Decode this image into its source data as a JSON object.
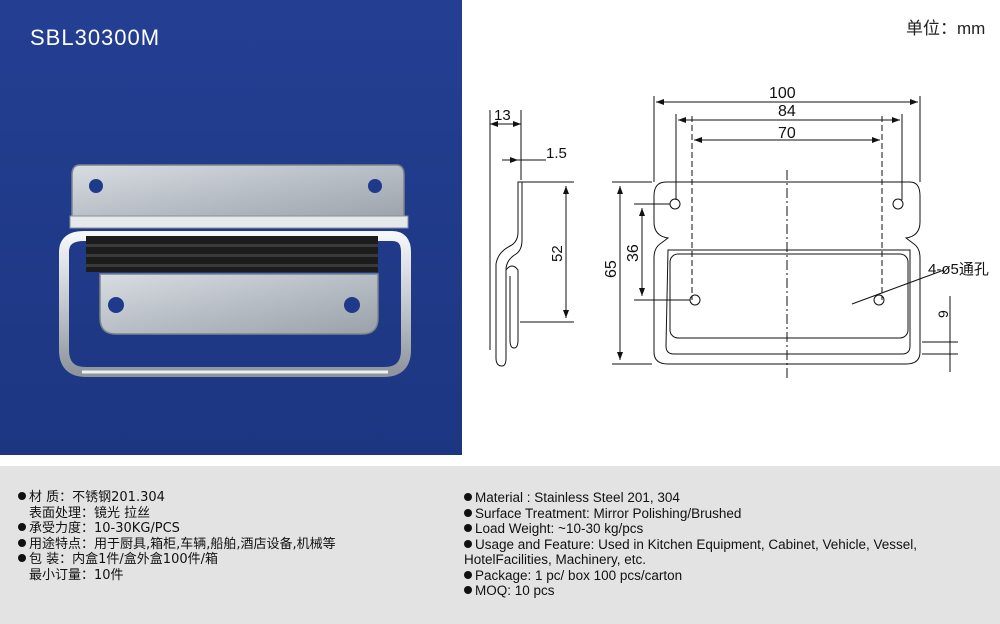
{
  "product": {
    "model": "SBL30300M"
  },
  "unit_label": "单位：mm",
  "drawing": {
    "side_dims": [
      "13",
      "1.5",
      "52"
    ],
    "front_dims": [
      "100",
      "84",
      "70",
      "65",
      "36",
      "9"
    ],
    "hole_note": "4-ø5通孔"
  },
  "specs_cn": [
    {
      "label": "材    质：",
      "value": "不锈钢201.304"
    },
    {
      "label": "表面处理：",
      "value": "镜光 拉丝"
    },
    {
      "label": "承受力度：",
      "value": "10-30KG/PCS"
    },
    {
      "label": "用途特点：",
      "value": "用于厨具,箱柜,车辆,船舶,酒店设备,机械等"
    },
    {
      "label": "包    装：",
      "value": "内盒1件/盒外盒100件/箱"
    },
    {
      "label": "最小订量：",
      "value": "10件"
    }
  ],
  "specs_en": [
    "Material : Stainless Steel 201, 304",
    "Surface Treatment: Mirror Polishing/Brushed",
    "Load Weight: ~10-30 kg/pcs",
    "Usage and Feature: Used in Kitchen Equipment, Cabinet, Vehicle, Vessel,",
    "HotelFacilities, Machinery, etc.",
    "Package: 1 pc/ box  100 pcs/carton",
    "MOQ: 10 pcs"
  ],
  "colors": {
    "panel_blue": "#1f3a8a",
    "info_bg": "#e3e3e3"
  }
}
